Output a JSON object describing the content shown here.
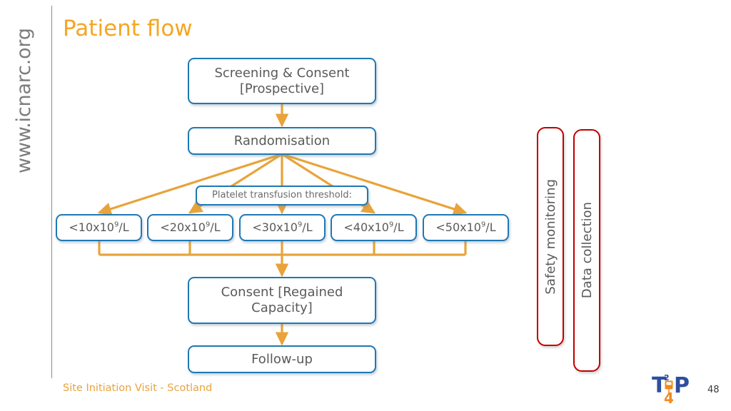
{
  "slide": {
    "title": "Patient flow",
    "sidebar_url": "www.icnarc.org",
    "footer": "Site Initiation Visit - Scotland",
    "page_number": "48",
    "accent_orange": "#F5A623",
    "box_blue": "#1F78B4",
    "box_red": "#C00000",
    "text_gray": "#5a5a5a"
  },
  "flow": {
    "screening": {
      "line1": "Screening & Consent",
      "line2": "[Prospective]"
    },
    "randomisation": "Randomisation",
    "threshold_label": "Platelet transfusion threshold:",
    "arms": [
      {
        "prefix": "<10x10",
        "sup": "9",
        "suffix": "/L"
      },
      {
        "prefix": "<20x10",
        "sup": "9",
        "suffix": "/L"
      },
      {
        "prefix": "<30x10",
        "sup": "9",
        "suffix": "/L"
      },
      {
        "prefix": "<40x10",
        "sup": "9",
        "suffix": "/L"
      },
      {
        "prefix": "<50x10",
        "sup": "9",
        "suffix": "/L"
      }
    ],
    "consent": {
      "line1": "Consent [Regained",
      "line2": "Capacity]"
    },
    "followup": "Follow-up"
  },
  "side_panels": [
    {
      "label": "Safety monitoring"
    },
    {
      "label": "Data collection"
    }
  ],
  "logo": {
    "letter1": "T",
    "sup": "2",
    "letter2": "P",
    "digit": "4"
  }
}
